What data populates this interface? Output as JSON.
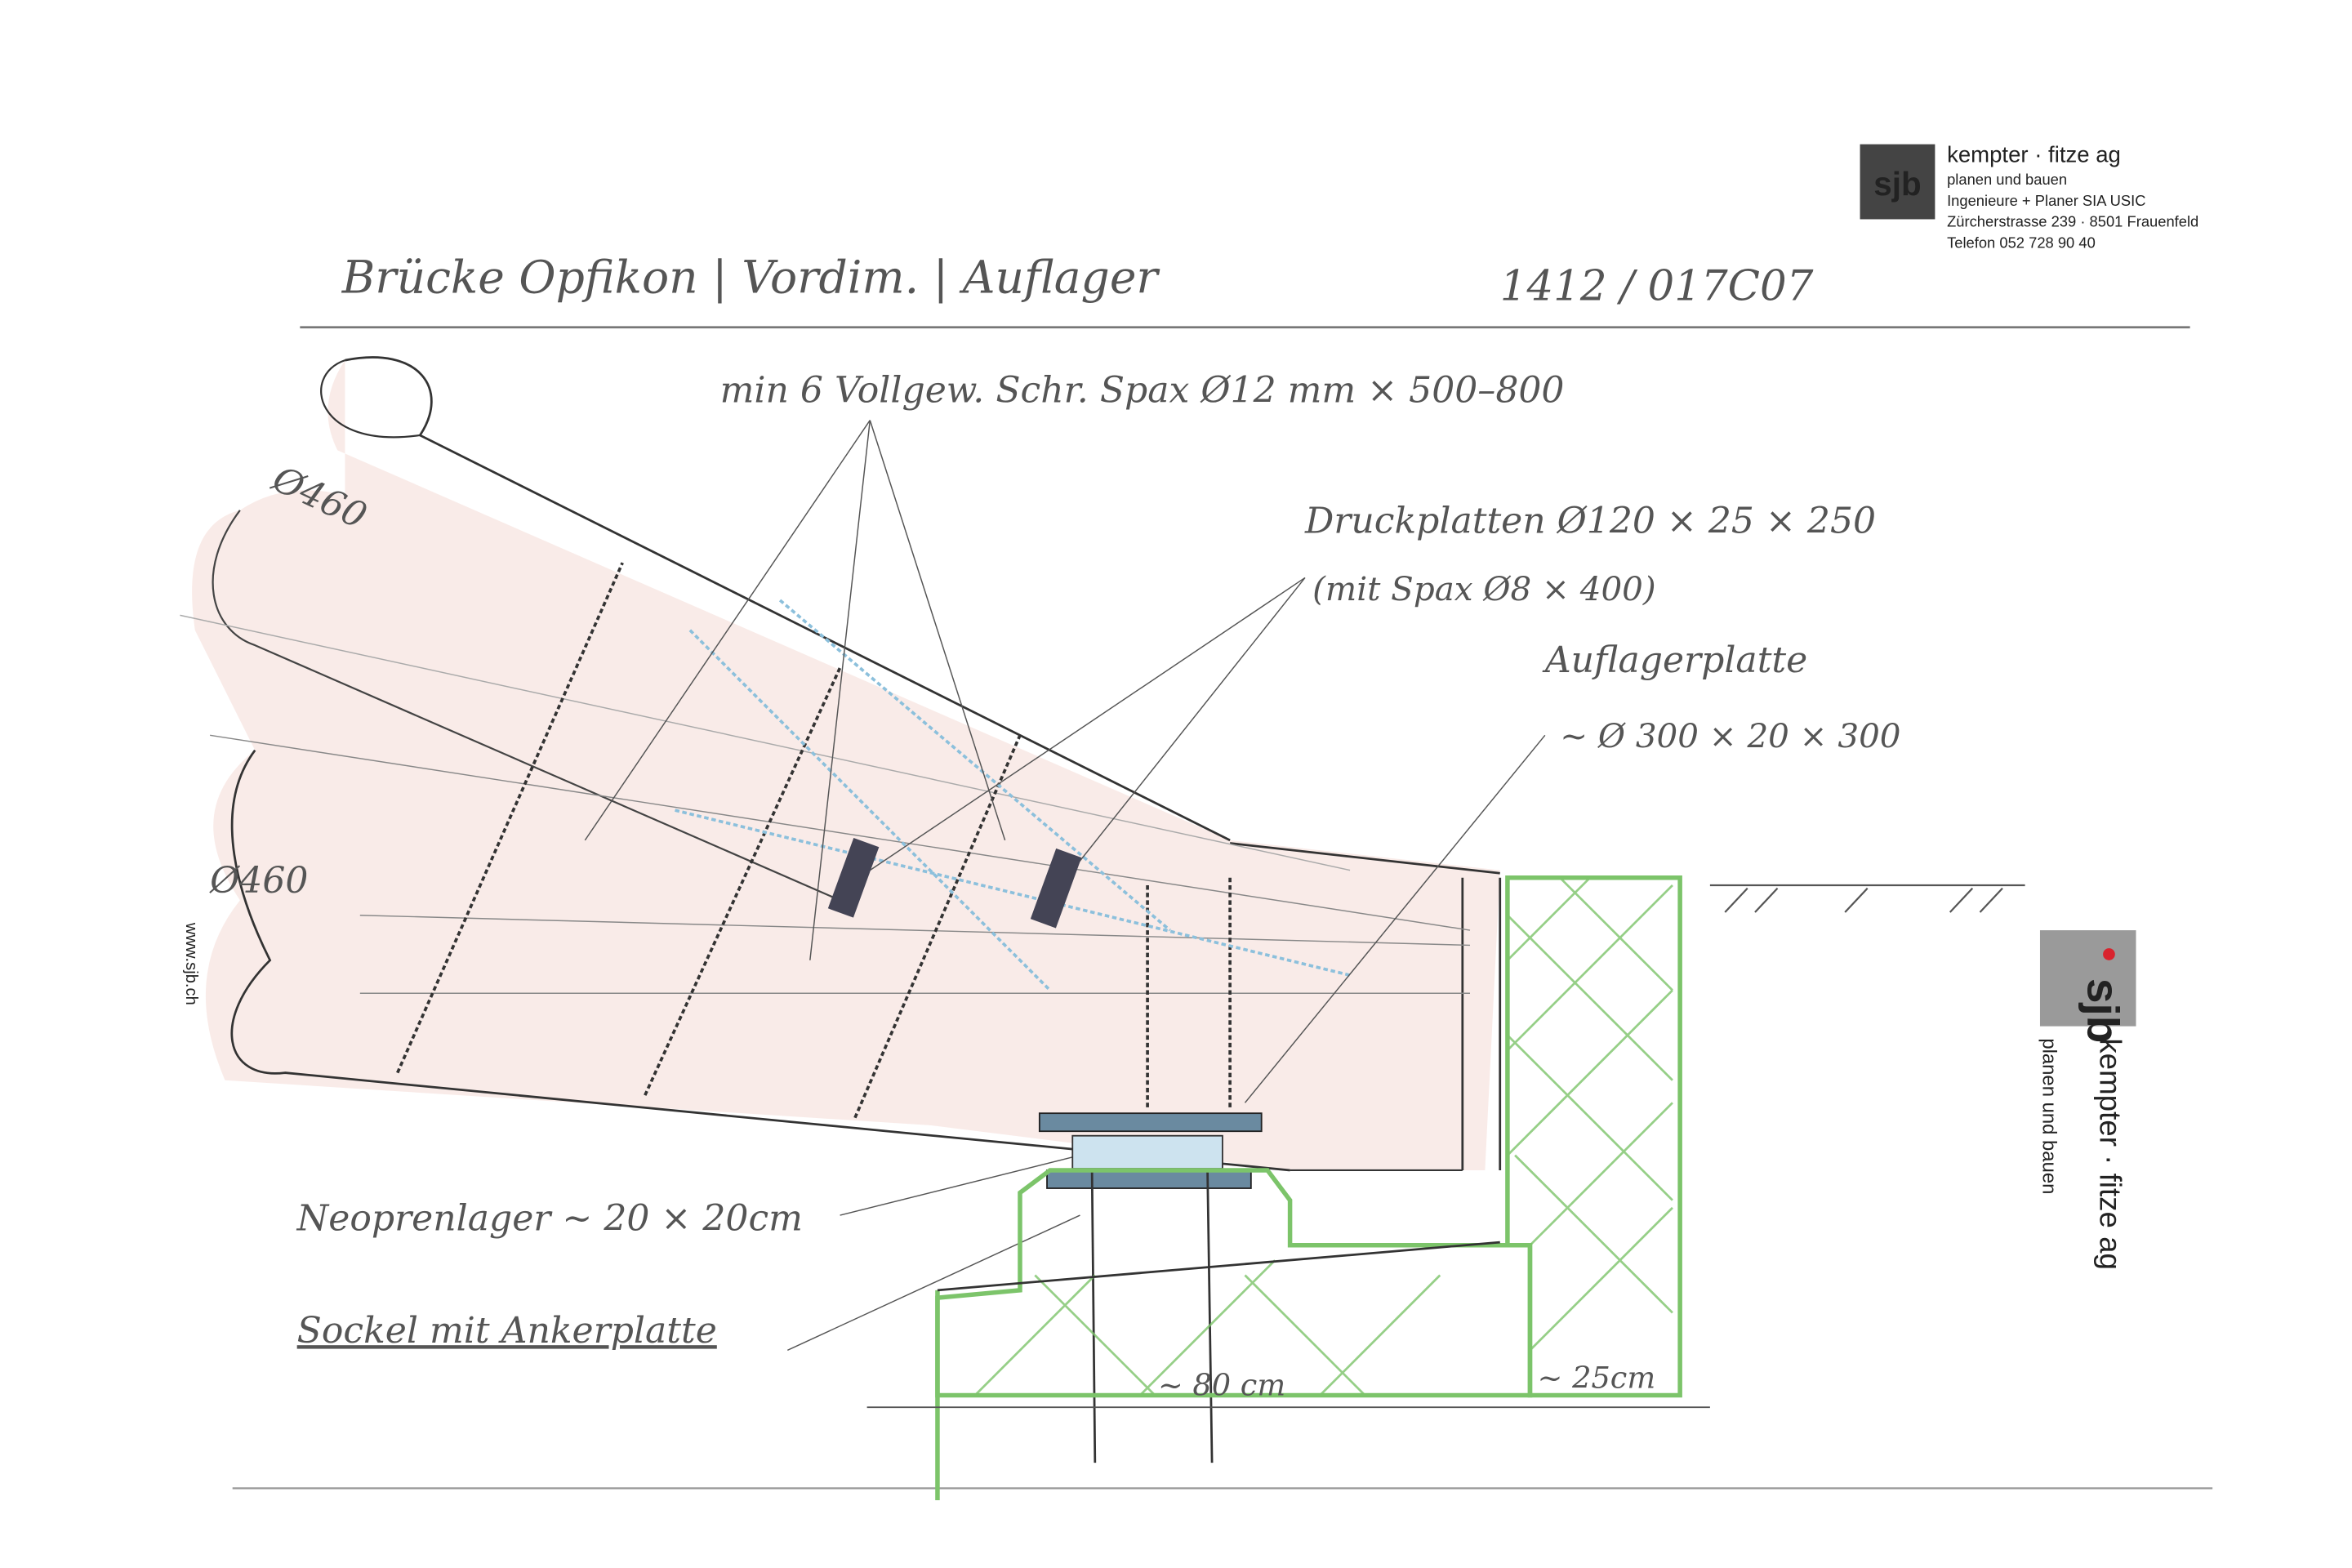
{
  "header": {
    "title": "Brücke Opfikon | Vordim. | Auflager",
    "project_number": "1412 / 017C07"
  },
  "annotations": {
    "screws": "min 6 Vollgew. Schr. Spax Ø12 mm × 500–800",
    "diameter_top": "Ø460",
    "diameter_bottom": "Ø460",
    "pressure_plates": "Druckplatten Ø120 × 25 × 250",
    "pressure_plates_sub": "(mit Spax Ø8 × 400)",
    "bearing_plate": "Auflagerplatte",
    "bearing_plate_dims": "~ Ø 300 × 20 × 300",
    "neoprene": "Neoprenlager ~ 20 × 20cm",
    "base": "Sockel mit Ankerplatte",
    "dim_80": "~ 80 cm",
    "dim_25": "~ 25cm"
  },
  "side_url": "www.sjb.ch",
  "stamp": {
    "logo": "sjb",
    "company": "kempter · fitze ag",
    "tagline": "planen und bauen",
    "line1": "Ingenieure + Planer SIA USIC",
    "line2": "Zürcherstrasse 239 · 8501 Frauenfeld",
    "line3": "Telefon 052 728 90 40"
  },
  "logo_right": {
    "logo": "sjb",
    "company": "kempter · fitze ag",
    "tagline": "planen und bauen"
  },
  "colors": {
    "pencil": "#555555",
    "concrete_green": "#7cc46a",
    "timber_red": "#e8b4a8",
    "steel_blue": "#8cc0dc",
    "logo_red": "#d9232d"
  }
}
